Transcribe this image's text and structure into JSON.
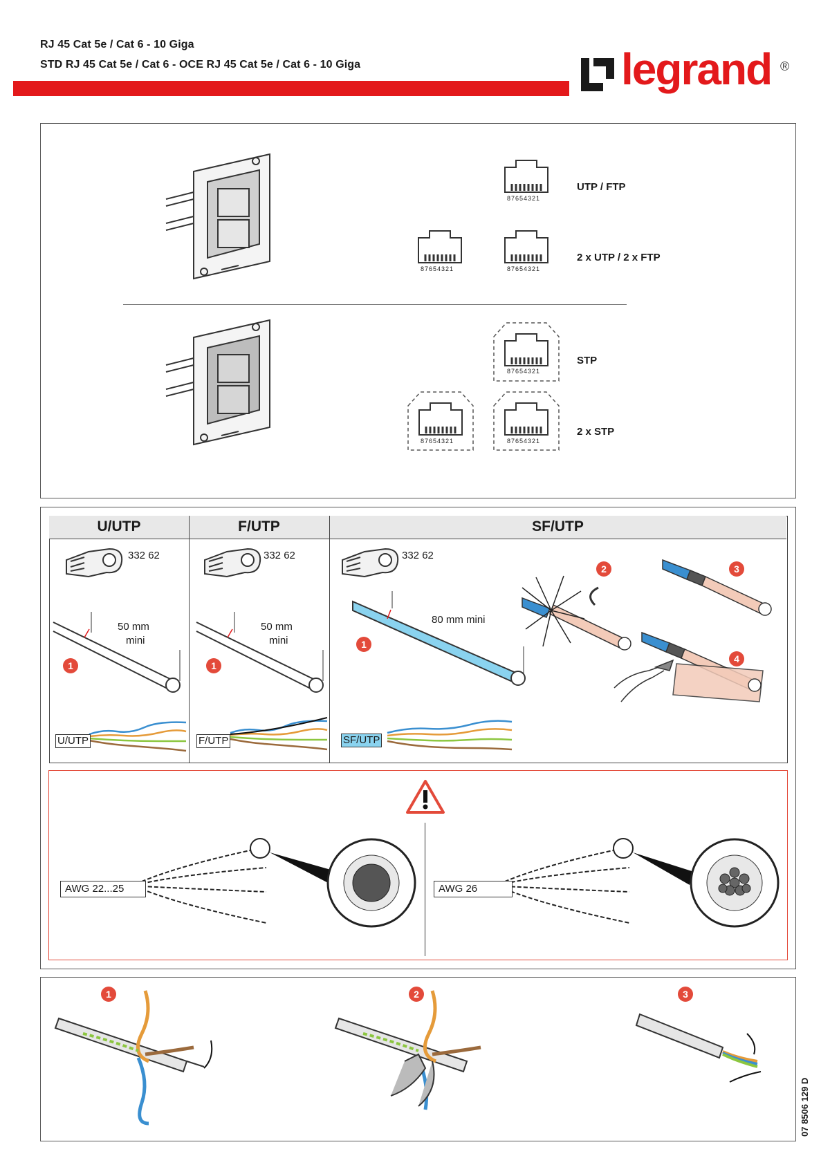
{
  "header": {
    "line1": "RJ 45 Cat 5e / Cat 6 - 10 Giga",
    "line2": "STD RJ 45 Cat 5e / Cat 6 - OCE RJ 45 Cat 5e / Cat 6 - 10 Giga",
    "brand": "legrand",
    "registered": "®"
  },
  "sockets": {
    "pin_label": "87654321",
    "utp_ftp": "UTP / FTP",
    "utp2": "2 x UTP / 2 x FTP",
    "stp": "STP",
    "stp2": "2 x STP"
  },
  "table": {
    "col1": "U/UTP",
    "col2": "F/UTP",
    "col3": "SF/UTP",
    "tool_ref": "332 62",
    "len_50": "50 mm",
    "mini": "mini",
    "len_80": "80 mm mini",
    "tag_uutp": "U/UTP",
    "tag_futp": "F/UTP",
    "tag_sfutp": "SF/UTP",
    "steps": [
      "1",
      "2",
      "3",
      "4"
    ]
  },
  "warning": {
    "awg_left": "AWG 22...25",
    "awg_right": "AWG 26"
  },
  "bottom": {
    "steps": [
      "1",
      "2",
      "3"
    ]
  },
  "doc_code": "07 8506 129 D",
  "colors": {
    "brand_red": "#e3191b",
    "step_red": "#e34a3a",
    "sf_blue": "#8ad3ef",
    "pair_blue": "#3a8fd0",
    "pair_orange": "#e59b3a",
    "pair_green": "#8cc63f",
    "pair_brown": "#9b6a3c"
  }
}
